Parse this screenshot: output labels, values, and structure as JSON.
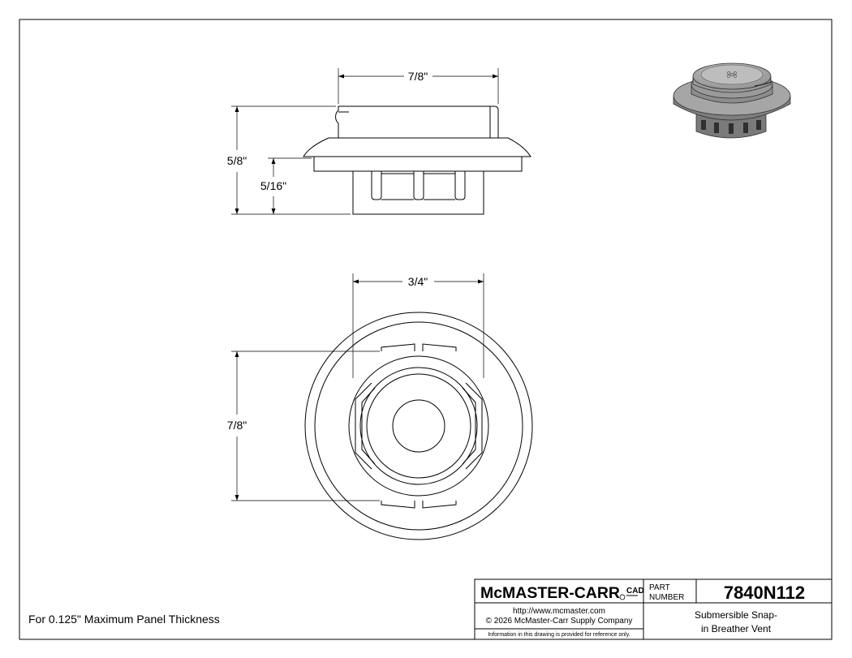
{
  "dimensions": {
    "side_width": "7/8\"",
    "side_height": "5/8\"",
    "side_lower_height": "5/16\"",
    "bottom_width": "3/4\"",
    "bottom_height": "7/8\""
  },
  "note": "For 0.125\" Maximum Panel Thickness",
  "title_block": {
    "brand": "McMASTER-CARR",
    "brand_suffix": "CAD",
    "part_label_line1": "PART",
    "part_label_line2": "NUMBER",
    "part_number": "7840N112",
    "url": "http://www.mcmaster.com",
    "copyright": "© 2026 McMaster-Carr Supply Company",
    "disclaimer": "Information in this drawing is provided for reference only.",
    "description_line1": "Submersible Snap-",
    "description_line2": "in Breather Vent"
  }
}
